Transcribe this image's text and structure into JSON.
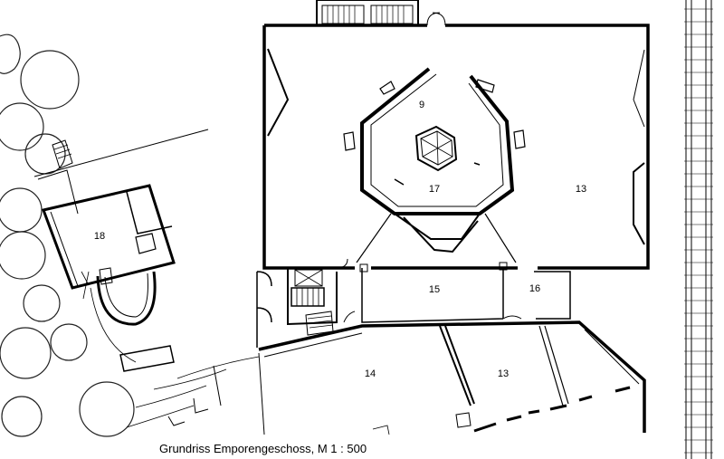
{
  "caption": "Grundriss Emporengeschoss, M 1 : 500",
  "rooms": {
    "r9": "9",
    "r17": "17",
    "r13_upper": "13",
    "r18": "18",
    "r15": "15",
    "r16": "16",
    "r14": "14",
    "r13_lower": "13"
  }
}
